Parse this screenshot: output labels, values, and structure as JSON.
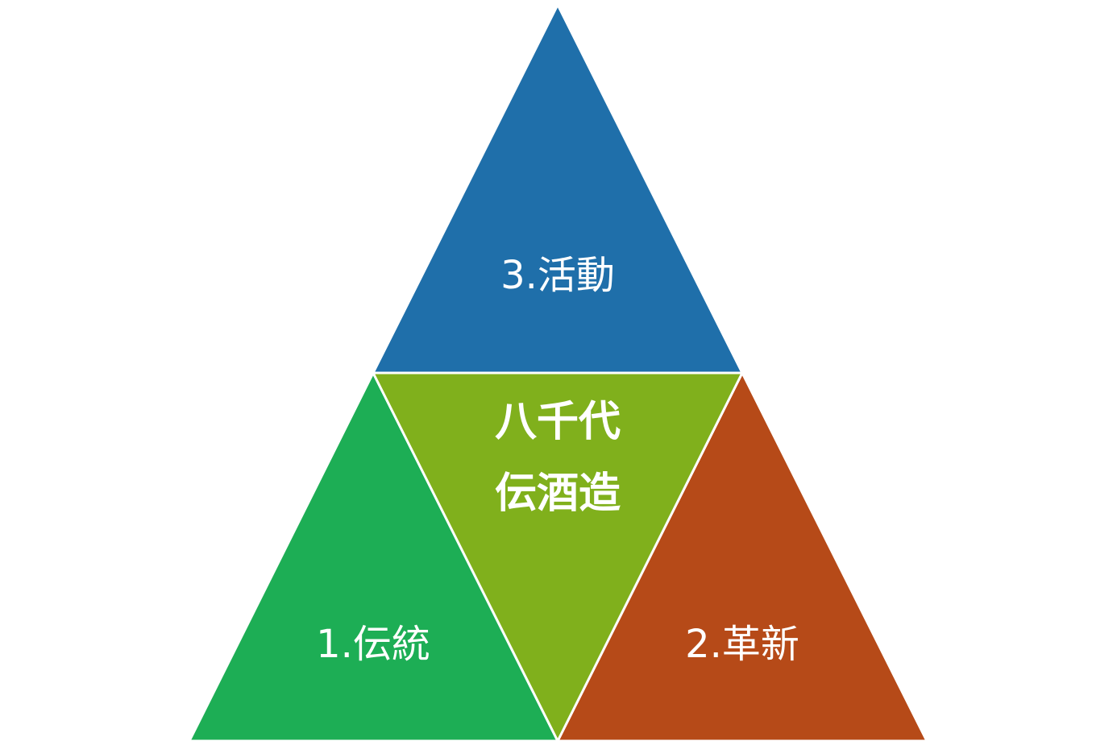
{
  "diagram": {
    "segments": {
      "top": {
        "label": "3.活動",
        "color": "#1F6FAA"
      },
      "left": {
        "label": "1.伝統",
        "color": "#1DAE55"
      },
      "right": {
        "label": "2.革新",
        "color": "#B64A18"
      },
      "center": {
        "line1": "八千代",
        "line2": "伝酒造",
        "color": "#80B01C"
      }
    }
  }
}
